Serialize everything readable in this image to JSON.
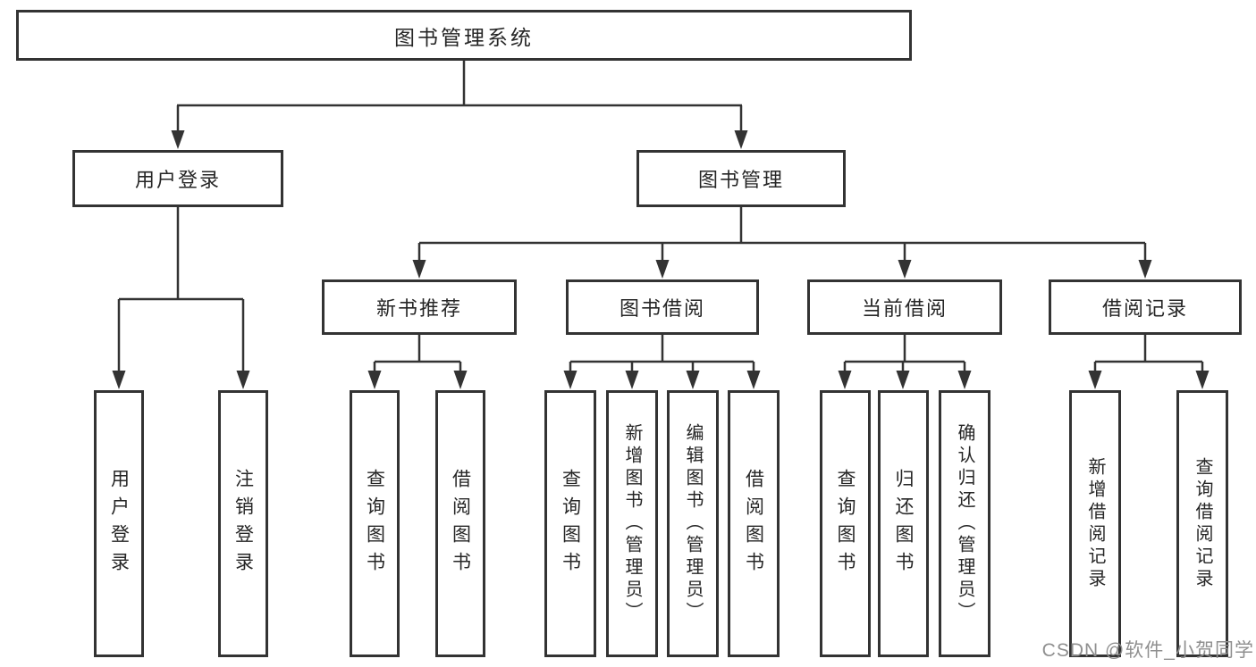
{
  "diagram": {
    "type": "hierarchy-tree",
    "root": {
      "label": "图书管理系统"
    },
    "branches": [
      {
        "label": "用户登录",
        "children": [
          {
            "label": "用户登录"
          },
          {
            "label": "注销登录"
          }
        ]
      },
      {
        "label": "图书管理",
        "children": [
          {
            "label": "新书推荐",
            "children": [
              {
                "label": "查询图书"
              },
              {
                "label": "借阅图书"
              }
            ]
          },
          {
            "label": "图书借阅",
            "children": [
              {
                "label": "查询图书"
              },
              {
                "label": "新增图书（管理员）"
              },
              {
                "label": "编辑图书（管理员）"
              },
              {
                "label": "借阅图书"
              }
            ]
          },
          {
            "label": "当前借阅",
            "children": [
              {
                "label": "查询图书"
              },
              {
                "label": "归还图书"
              },
              {
                "label": "确认归还（管理员）"
              }
            ]
          },
          {
            "label": "借阅记录",
            "children": [
              {
                "label": "新增借阅记录"
              },
              {
                "label": "查询借阅记录"
              }
            ]
          }
        ]
      }
    ],
    "watermark": "CSDN @软件_小贺同学",
    "colors": {
      "line": "#333333",
      "text": "#262626",
      "watermark": "#8f8f8f",
      "background": "#ffffff"
    }
  }
}
